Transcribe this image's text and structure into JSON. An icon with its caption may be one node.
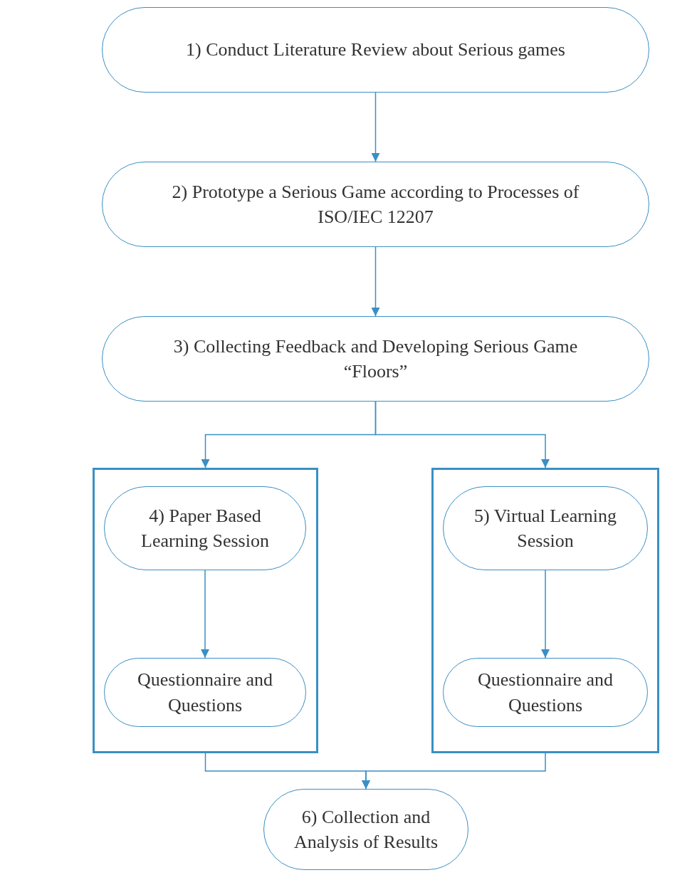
{
  "diagram": {
    "nodes": [
      {
        "text": [
          "1) Conduct Literature Review about Serious games"
        ]
      },
      {
        "text": [
          "2) Prototype a Serious Game according to Processes of ISO/IEC 12207"
        ]
      },
      {
        "text": [
          "3) Collecting Feedback and Developing Serious Game “Floors”"
        ]
      },
      {
        "text": [],
        "shape": "box"
      },
      {
        "text": [
          "4) Paper Based Learning Session"
        ],
        "in": 3
      },
      {
        "text": [
          "Questionnaire and Questions"
        ],
        "in": 3
      },
      {
        "text": [],
        "shape": "box"
      },
      {
        "text": [
          "5) Virtual Learning Session"
        ],
        "in": 6
      },
      {
        "text": [
          "Questionnaire and Questions"
        ],
        "in": 6
      },
      {
        "text": [
          "6) Collection and Analysis of Results"
        ]
      }
    ],
    "edges": [
      {
        "from": 0,
        "to": 1,
        "arrow": "to"
      },
      {
        "from": 1,
        "to": 2,
        "arrow": "to"
      },
      {
        "from": 2,
        "to": 3,
        "arrow": "to"
      },
      {
        "from": 2,
        "to": 6,
        "arrow": "to"
      },
      {
        "from": 4,
        "to": 5,
        "arrow": "to"
      },
      {
        "from": 7,
        "to": 8,
        "arrow": "to"
      },
      {
        "from": 3,
        "to": 9,
        "arrow": "to"
      },
      {
        "from": 6,
        "to": 9,
        "arrow": "to"
      }
    ]
  }
}
